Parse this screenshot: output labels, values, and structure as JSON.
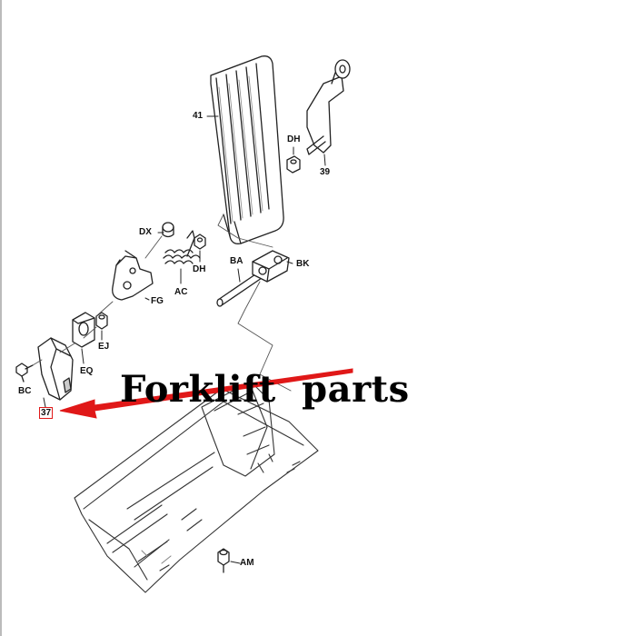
{
  "diagram": {
    "part_labels": {
      "p41": "41",
      "p39": "39",
      "dh_top": "DH",
      "dx": "DX",
      "dh_mid": "DH",
      "ac": "AC",
      "fg": "FG",
      "ba": "BA",
      "bk": "BK",
      "ej": "EJ",
      "eq": "EQ",
      "bc": "BC",
      "p37": "37",
      "am": "AM"
    },
    "watermark": "Forklift  parts",
    "colors": {
      "line": "#222222",
      "shade": "#555555",
      "arrow": "#e01818",
      "highlight_box": "#e01818"
    }
  }
}
